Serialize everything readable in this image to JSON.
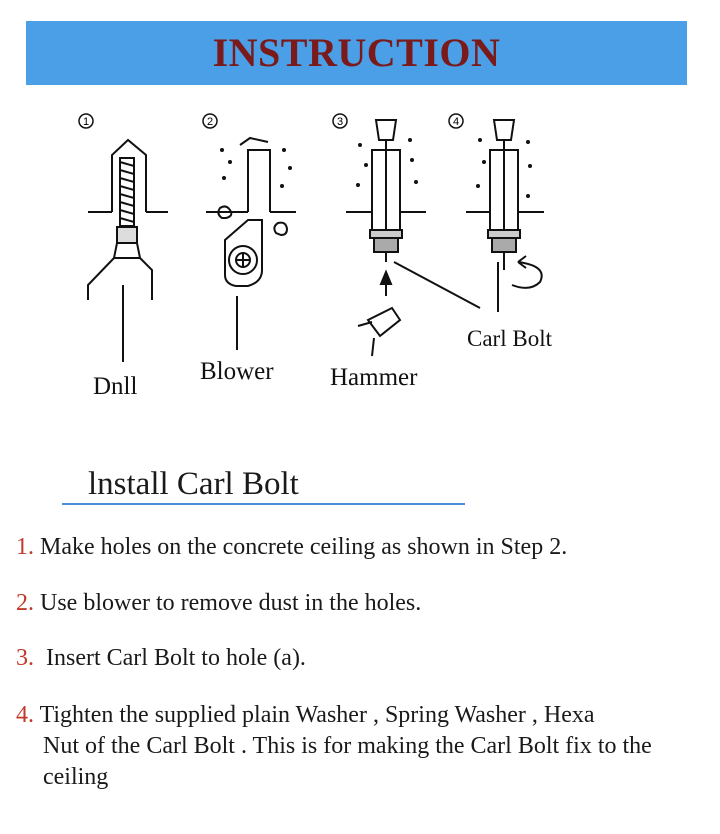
{
  "banner": {
    "title": "INSTRUCTION"
  },
  "diagram": {
    "step_numbers": [
      "1",
      "2",
      "3",
      "4"
    ],
    "labels": {
      "drill": "Dnll",
      "blower": "Blower",
      "hammer": "Hammer",
      "carl_bolt": "Carl Bolt"
    }
  },
  "section": {
    "title": "lnstall Carl Bolt"
  },
  "steps": [
    {
      "num": "1.",
      "text": " Make holes on the concrete ceiling as shown in Step 2."
    },
    {
      "num": "2.",
      "text": " Use blower to remove dust in the holes."
    },
    {
      "num": "3.",
      "text": "  Insert Carl Bolt to hole (a)."
    },
    {
      "num": "4.",
      "text": " Tighten the supplied plain Washer , Spring Washer , Hexa"
    }
  ],
  "step4_continued": [
    "Nut of the Carl Bolt . This is for making the Carl Bolt fix to  the",
    "ceiling"
  ]
}
